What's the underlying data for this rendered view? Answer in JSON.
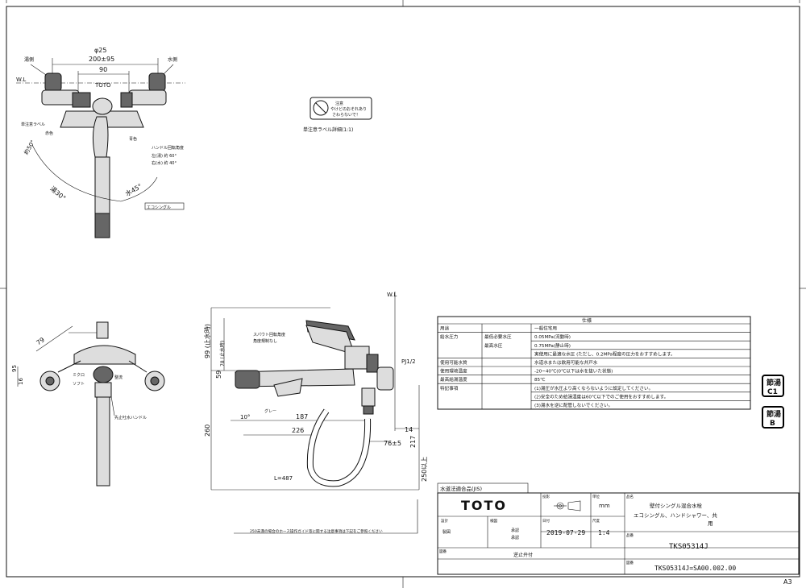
{
  "sheet": {
    "size": "A3"
  },
  "top_view": {
    "label_left": "湯側",
    "label_right": "水側",
    "dim_200_95": "200±95",
    "dim_phi25": "φ25",
    "dim_90": "90",
    "wl": "W.L",
    "brand_mark": "TOTO",
    "label_lever": "単注意ラベル",
    "label_red": "赤色",
    "label_blue": "青色",
    "handle_angle_title": "ハンドル回転角度",
    "handle_angle_hot": "左(湯) 約 60°",
    "handle_angle_cold": "右(水) 約 40°",
    "angle_hot": "湯30°",
    "angle_cold": "水45°",
    "angle_left": "約50°",
    "eco_label": "エコシングル"
  },
  "caution_label": {
    "line1": "注意",
    "line2": "やけどのおそれあり",
    "line3": "さわらないで！",
    "caption": "単注意ラベル詳細(1:1)"
  },
  "front_view": {
    "dim_79": "79",
    "dim_95": "95",
    "dim_16": "16",
    "micro": "ミクロ",
    "soft": "ソフト",
    "label_jet": "整流",
    "label_handle": "先止吐水ハンドル"
  },
  "side_view": {
    "dim_99": "99 (止水時)",
    "dim_78": "78 (止水時)",
    "note_spout": "スパウト回転角度",
    "note_spout2": "角度規制なし",
    "dim_59": "59",
    "dim_260": "260",
    "wl": "W.L",
    "pj": "PJ1/2",
    "angle_10": "10°",
    "gray": "グレー",
    "dim_187": "187",
    "dim_226": "226",
    "dim_14": "14",
    "dim_76": "76±5",
    "dim_217": "217",
    "dim_250": "250以上",
    "hose_len": "L=487",
    "note_bottom": "250未満の場合のホース操作ガイド等に関する注意事項は下記をご参照ください"
  },
  "spec_table": {
    "header": "仕様",
    "rows": [
      {
        "label": "用途",
        "sub": "",
        "value": "一般住宅用"
      },
      {
        "label": "給水圧力",
        "sub": "最低必要水圧",
        "value": "0.05MPa(流動時)"
      },
      {
        "label": "",
        "sub": "最高水圧",
        "value": "0.75MPa(静止時)"
      },
      {
        "label": "",
        "sub": "",
        "value": "実使用に最適な水圧 (ただし、0.2MPa程度の圧力をおすすめします。"
      },
      {
        "label": "使用可能水質",
        "sub": "",
        "value": "水道水または飲用可能な井戸水"
      },
      {
        "label": "使用環境温度",
        "sub": "",
        "value": "-20~40℃(0℃以下は水を抜いた状態)"
      },
      {
        "label": "最高給湯温度",
        "sub": "",
        "value": "85℃"
      },
      {
        "label": "特記事項",
        "sub": "",
        "value": "(1)湯圧が水圧より高くならないように設定してください。"
      },
      {
        "label": "",
        "sub": "",
        "value": "(2)安全のため給湯温度は60℃以下でのご使用をおすすめします。"
      },
      {
        "label": "",
        "sub": "",
        "value": "(3)湯水を逆に配管しないでください。"
      }
    ]
  },
  "stamps": [
    {
      "top": "節湯",
      "bottom": "C1"
    },
    {
      "top": "節湯",
      "bottom": "B"
    }
  ],
  "title_block": {
    "jis": "水道法適合品(JIS)",
    "logo": "TOTO",
    "projection": "投影",
    "unit_label": "単位",
    "unit": "mm",
    "designer": "設計",
    "approver": "承認",
    "drawn": "製図",
    "date_label": "日付",
    "date": "2019-07-29",
    "scale_label": "尺度",
    "scale": "1:4",
    "checked": "検図",
    "approved": "承認",
    "note_row": "逆止弁付",
    "product_label": "品名",
    "product_name": "壁付シングル混合水栓",
    "product_name2": "エコシングル、ハンドシャワー、共",
    "product_name3": "用",
    "model_label": "品番",
    "model": "TKS05314J",
    "drawing_label": "図番",
    "drawing_no": "TKS05314J=SA00.002.00"
  }
}
